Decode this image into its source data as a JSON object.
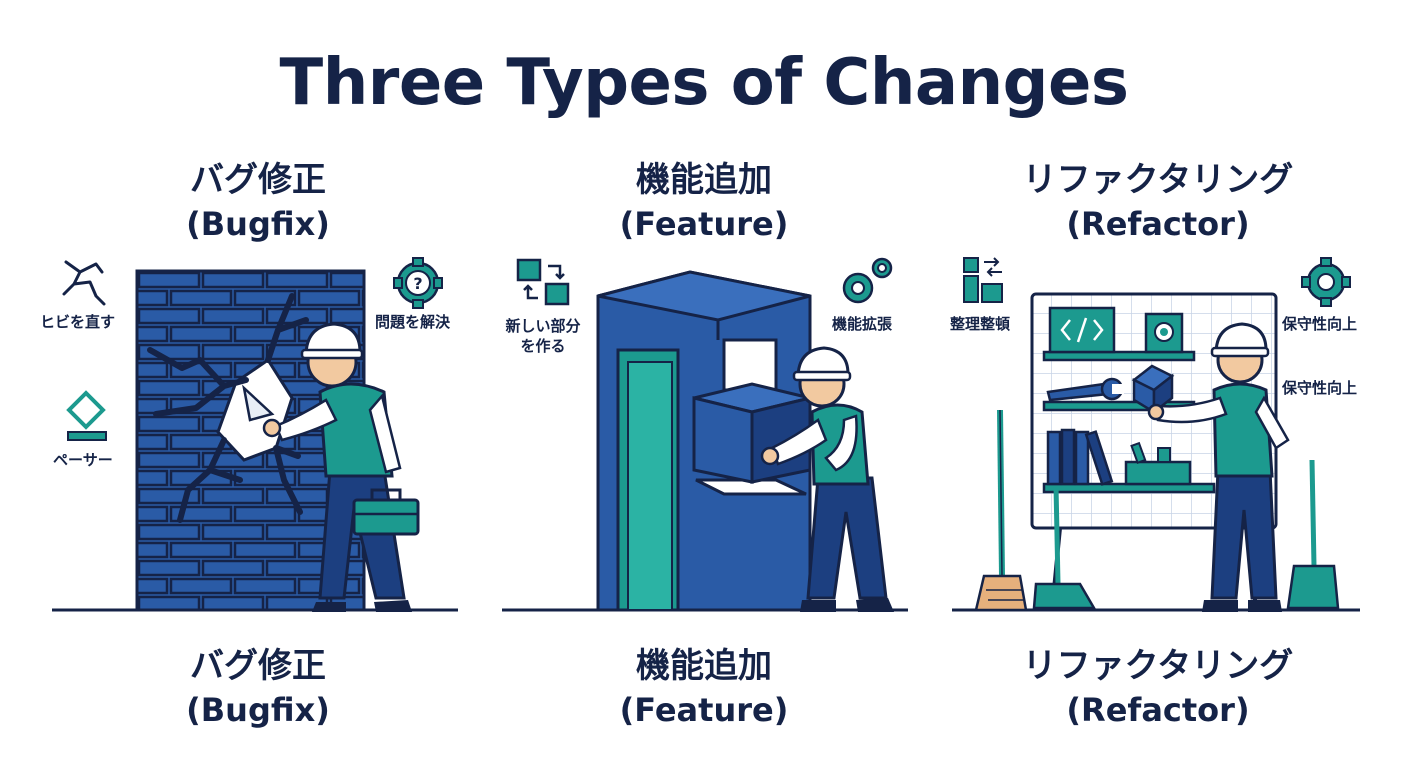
{
  "title": "Three Types of Changes",
  "colors": {
    "navy": "#152347",
    "blue": "#2a5ba6",
    "blue_dark": "#1c3f80",
    "teal": "#1c9a8f",
    "teal_light": "#2bb3a4",
    "skin": "#f2c9a0",
    "tan": "#e6b07c"
  },
  "sections": [
    {
      "id": "bugfix",
      "heading_top": "バグ修正",
      "heading_top_sub": "(Bugfix)",
      "heading_bottom": "バグ修正",
      "heading_bottom_sub": "(Bugfix)",
      "notes": [
        "ヒビを直す",
        "ペーサー",
        "問題を解決"
      ],
      "icons": [
        "crack-icon",
        "diamond-tool-icon",
        "gear-question-icon"
      ]
    },
    {
      "id": "feature",
      "heading_top": "機能追加",
      "heading_top_sub": "(Feature)",
      "heading_bottom": "機能追加",
      "heading_bottom_sub": "(Feature)",
      "notes": [
        "新しい部分",
        "を作る",
        "機能拡張"
      ],
      "icons": [
        "blocks-arrows-icon",
        "gears-icon"
      ]
    },
    {
      "id": "refactor",
      "heading_top": "リファクタリング",
      "heading_top_sub": "(Refactor)",
      "heading_bottom": "リファクタリング",
      "heading_bottom_sub": "(Refactor)",
      "notes": [
        "整理整頓",
        "保守性向上",
        "保守性向上"
      ],
      "icons": [
        "layout-icon",
        "gear-icon",
        "code-icon",
        "settings-box-icon",
        "wrench-icon"
      ]
    }
  ]
}
